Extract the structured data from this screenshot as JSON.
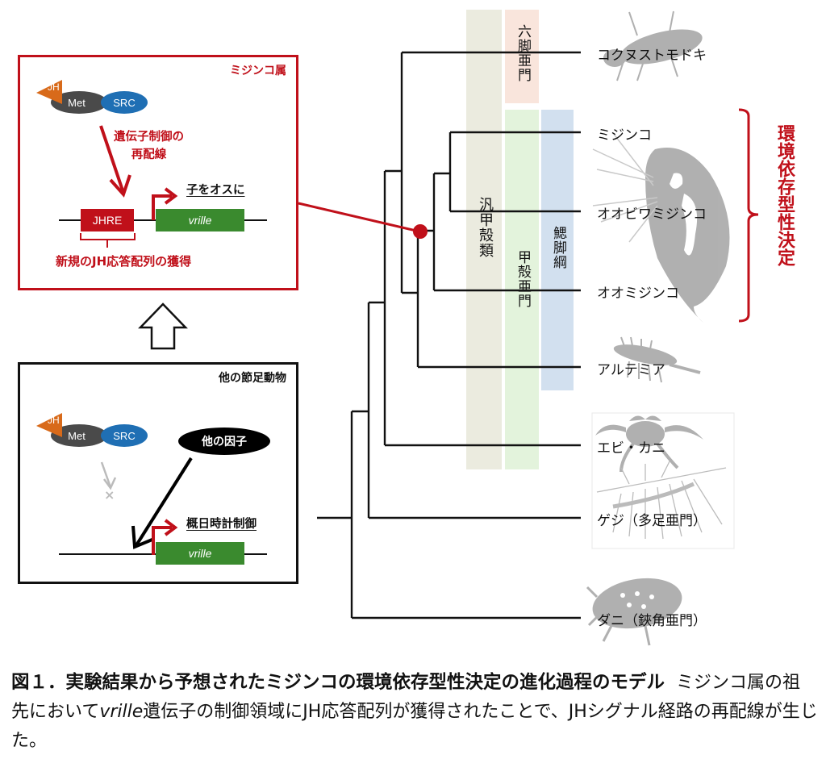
{
  "panels": {
    "daphnia": {
      "title": "ミジンコ属",
      "molecule": {
        "jh": "JH",
        "met": "Met",
        "src": "SRC"
      },
      "rewiring_label_line1": "遺伝子制御の",
      "rewiring_label_line2": "再配線",
      "jhre_label": "JHRE",
      "gene_label": "vrille",
      "outcome_label": "子をオスに",
      "acquisition_label": "新規のJH応答配列の獲得"
    },
    "other_arthropods": {
      "title": "他の節足動物",
      "molecule": {
        "jh": "JH",
        "met": "Met",
        "src": "SRC"
      },
      "blocked_mark": "×",
      "other_factor_label": "他の因子",
      "gene_label": "vrille",
      "outcome_label": "概日時計制御"
    }
  },
  "tree": {
    "clade_bands": [
      {
        "label": "汎甲殻類",
        "color": "#ebebdf"
      },
      {
        "label": "六脚亜門",
        "color": "#f9e5dc"
      },
      {
        "label": "甲殻亜門",
        "color": "#e3f3dc"
      },
      {
        "label": "鰓脚綱",
        "color": "#d2e0ef"
      }
    ],
    "species": [
      {
        "name": "コクヌストモドキ",
        "icon": "beetle-icon"
      },
      {
        "name": "ミジンコ",
        "icon": "daphnia-icon"
      },
      {
        "name": "オオビワミジンコ",
        "icon": "daphnia-icon"
      },
      {
        "name": "オオミジンコ",
        "icon": "daphnia-icon"
      },
      {
        "name": "アルテミア",
        "icon": "brine-shrimp-icon"
      },
      {
        "name": "エビ・カニ",
        "icon": "crab-icon"
      },
      {
        "name": "ゲジ（多足亜門）",
        "icon": "centipede-icon"
      },
      {
        "name": "ダニ（鋏角亜門）",
        "icon": "mite-icon"
      }
    ],
    "esd_group_label": "環境依存型性決定",
    "accent_color": "#c0101a"
  },
  "caption": {
    "title": "図１．実験結果から予想されたミジンコの環境依存型性決定の進化過程のモデル",
    "body_prefix": "ミジンコ属の祖先において",
    "body_gene": "vrille",
    "body_suffix": "遺伝子の制御領域にJH応答配列が獲得されたことで、JHシグナル経路の再配線が生じた。"
  }
}
